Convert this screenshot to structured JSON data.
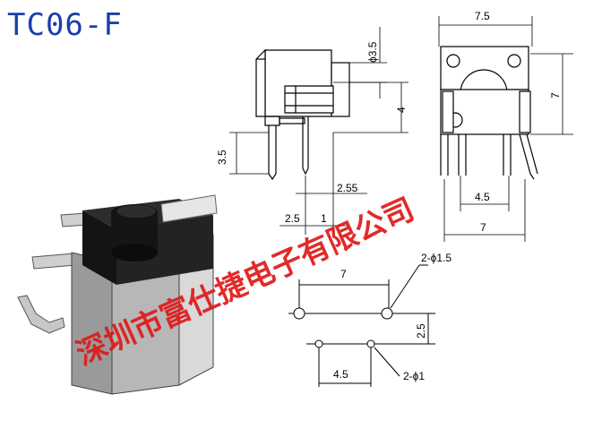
{
  "title": "TC06-F",
  "watermark": "深圳市富仕捷电子有限公司",
  "dimensions": {
    "side_phi": "ϕ3.5",
    "side_height": "4",
    "side_lead": "3.5",
    "side_pitch": "2.55",
    "side_bottom_a": "2.5",
    "side_bottom_b": "1",
    "front_width_top": "7.5",
    "front_height": "7",
    "front_inner": "4.5",
    "front_width_bottom": "7",
    "pcb_top_width": "7",
    "pcb_hole_large": "2-ϕ1.5",
    "pcb_row_gap": "2.5",
    "pcb_bottom_width": "4.5",
    "pcb_hole_small": "2-ϕ1"
  },
  "colors": {
    "title": "#1a3fa8",
    "watermark": "#e01818",
    "line": "#000000"
  }
}
